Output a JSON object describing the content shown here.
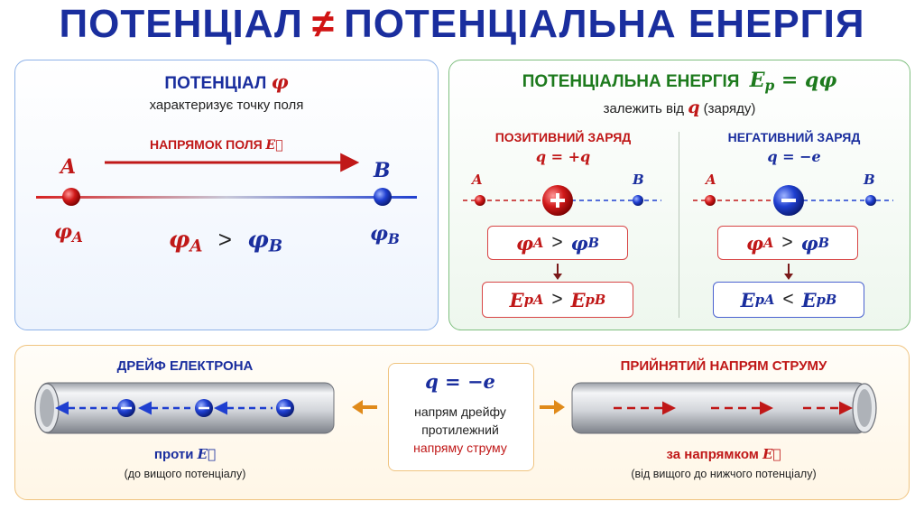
{
  "title": {
    "left": "ПОТЕНЦІАЛ",
    "symbol": "≠",
    "right": "ПОТЕНЦІАЛЬНА ЕНЕРГІЯ"
  },
  "potential_panel": {
    "heading": "ПОТЕНЦІАЛ",
    "heading_symbol": "φ",
    "subtitle": "характеризує точку поля",
    "field_label": "НАПРЯМОК ПОЛЯ",
    "field_vector": "E⃗",
    "point_a": "A",
    "point_b": "B",
    "phi_a": "φ",
    "phi_a_sub": "A",
    "phi_b": "φ",
    "phi_b_sub": "B",
    "compare_lhs": "φ",
    "compare_lhs_sub": "A",
    "compare_op": ">",
    "compare_rhs": "φ",
    "compare_rhs_sub": "B"
  },
  "energy_panel": {
    "heading": "ПОТЕНЦІАЛЬНА ЕНЕРГІЯ",
    "formula_e": "E",
    "formula_e_sub": "p",
    "formula_rest": " = qφ",
    "subtitle_pre": "залежить від",
    "subtitle_q": "q",
    "subtitle_post": "(заряду)",
    "positive": {
      "label": "ПОЗИТИВНИЙ ЗАРЯД",
      "charge": "q = +q",
      "point_a": "A",
      "point_b": "B",
      "phi_compare": {
        "lhs": "φ",
        "lhs_sub": "A",
        "op": ">",
        "rhs": "φ",
        "rhs_sub": "B"
      },
      "energy_compare": {
        "lhs": "E",
        "lhs_sub": "pA",
        "op": ">",
        "rhs": "E",
        "rhs_sub": "pB"
      }
    },
    "negative": {
      "label": "НЕГАТИВНИЙ ЗАРЯД",
      "charge": "q = −e",
      "point_a": "A",
      "point_b": "B",
      "phi_compare": {
        "lhs": "φ",
        "lhs_sub": "A",
        "op": ">",
        "rhs": "φ",
        "rhs_sub": "B"
      },
      "energy_compare": {
        "lhs": "E",
        "lhs_sub": "pA",
        "op": "<",
        "rhs": "E",
        "rhs_sub": "pB"
      }
    }
  },
  "current_panel": {
    "drift": {
      "heading": "ДРЕЙФ ЕЛЕКТРОНА",
      "caption_pre": "проти",
      "caption_vector": "E⃗",
      "note": "(до вищого потенціалу)"
    },
    "center": {
      "charge": "q = −e",
      "line1": "напрям дрейфу",
      "line2": "протилежний",
      "line3": "напряму струму"
    },
    "current": {
      "heading": "ПРИЙНЯТИЙ НАПРЯМ СТРУМУ",
      "caption_pre": "за напрямком",
      "caption_vector": "E⃗",
      "note": "(від вищого до нижчого потенціалу)"
    }
  },
  "colors": {
    "title_blue": "#1a2e9e",
    "accent_red": "#c01818",
    "accent_green": "#1d7a1d",
    "arrow_orange": "#e08a1a"
  }
}
